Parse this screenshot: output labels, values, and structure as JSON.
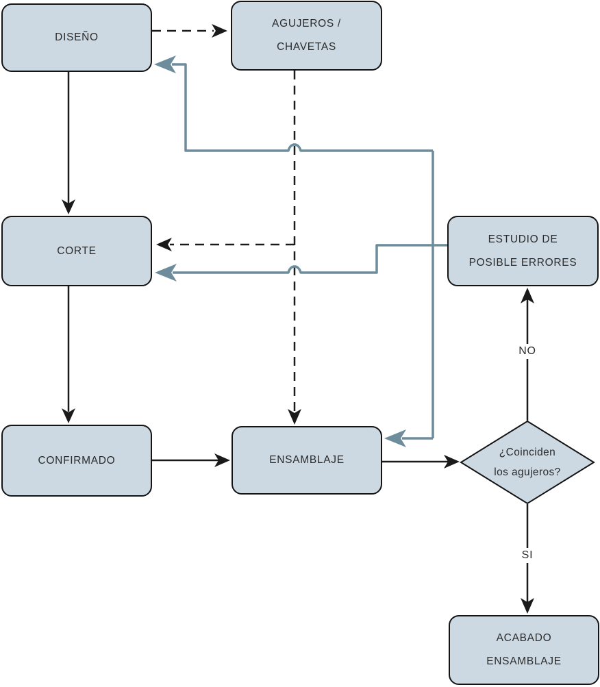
{
  "diagram": {
    "title": "proceso de ensamblaje flowchart",
    "nodes": {
      "diseno": {
        "label": "DISEÑO"
      },
      "agujeros": {
        "line1": "AGUJEROS /",
        "line2": "CHAVETAS"
      },
      "corte": {
        "label": "CORTE"
      },
      "estudio": {
        "line1": "ESTUDIO DE",
        "line2": "POSIBLE ERRORES"
      },
      "confirmado": {
        "label": "CONFIRMADO"
      },
      "ensamblaje": {
        "label": "ENSAMBLAJE"
      },
      "decision": {
        "line1": "¿Coinciden",
        "line2": "los agujeros?"
      },
      "acabado": {
        "line1": "ACABADO",
        "line2": "ENSAMBLAJE"
      }
    },
    "edge_labels": {
      "no": "NO",
      "si": "SI"
    },
    "colors": {
      "node_fill": "#ccd9e2",
      "node_border": "#141414",
      "black_line": "#1a1a1a",
      "feedback_line": "#6d8c9c",
      "background": "#ffffff",
      "text": "#2b2b2b"
    }
  }
}
